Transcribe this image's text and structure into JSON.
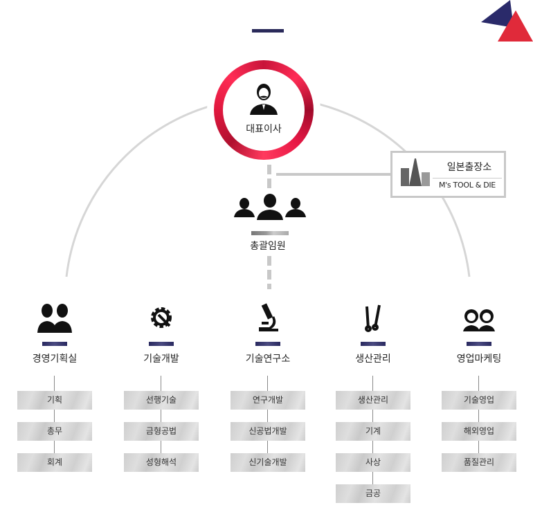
{
  "ceo": {
    "label": "대표이사",
    "icon": "businessman-icon"
  },
  "branch": {
    "title": "일본출장소",
    "subtitle": "M's TOOL & DIE",
    "icon": "city-tower-icon"
  },
  "executives": {
    "label": "총괄임원",
    "icon": "group-icon"
  },
  "colors": {
    "accent_red": "#e0183e",
    "accent_navy": "#2a2a5a",
    "line_gray": "#c8c8c8"
  },
  "departments": [
    {
      "name": "경영기획실",
      "icon": "couple-icon",
      "items": [
        "기획",
        "총무",
        "회계"
      ]
    },
    {
      "name": "기술개발",
      "icon": "gear-wrench-icon",
      "items": [
        "선행기술",
        "금형공법",
        "성형해석"
      ]
    },
    {
      "name": "기술연구소",
      "icon": "microscope-icon",
      "items": [
        "연구개발",
        "신공법개발",
        "신기술개발"
      ]
    },
    {
      "name": "생산관리",
      "icon": "tools-icon",
      "items": [
        "생산관리",
        "기계",
        "사상",
        "금공"
      ]
    },
    {
      "name": "영업마케팅",
      "icon": "headset-icon",
      "items": [
        "기술영업",
        "해외영업",
        "품질관리"
      ]
    }
  ]
}
